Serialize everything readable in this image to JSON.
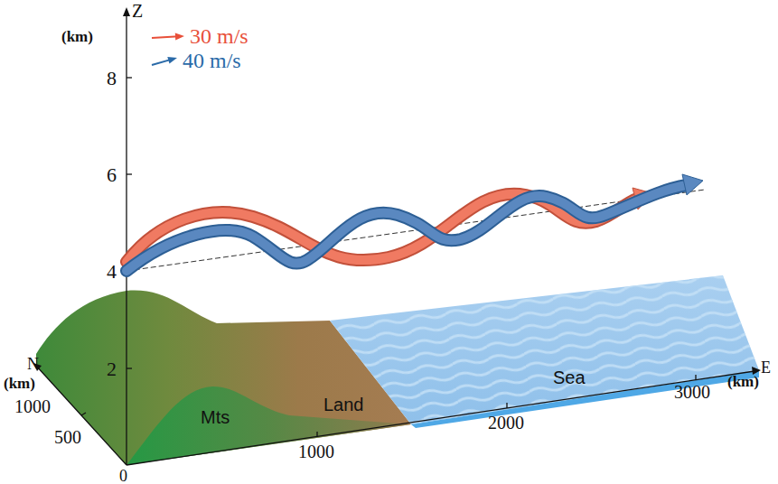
{
  "diagram": {
    "labels": [
      "Z",
      "(km)",
      "8",
      "6",
      "4",
      "2",
      "N",
      "(km)",
      "1000",
      "500",
      "0",
      "1000",
      "2000",
      "3000",
      "(km)",
      "E",
      "Mts",
      "Land",
      "Sea"
    ],
    "legend": [
      {
        "text": "30 m/s"
      },
      {
        "text": "40 m/s"
      }
    ]
  }
}
